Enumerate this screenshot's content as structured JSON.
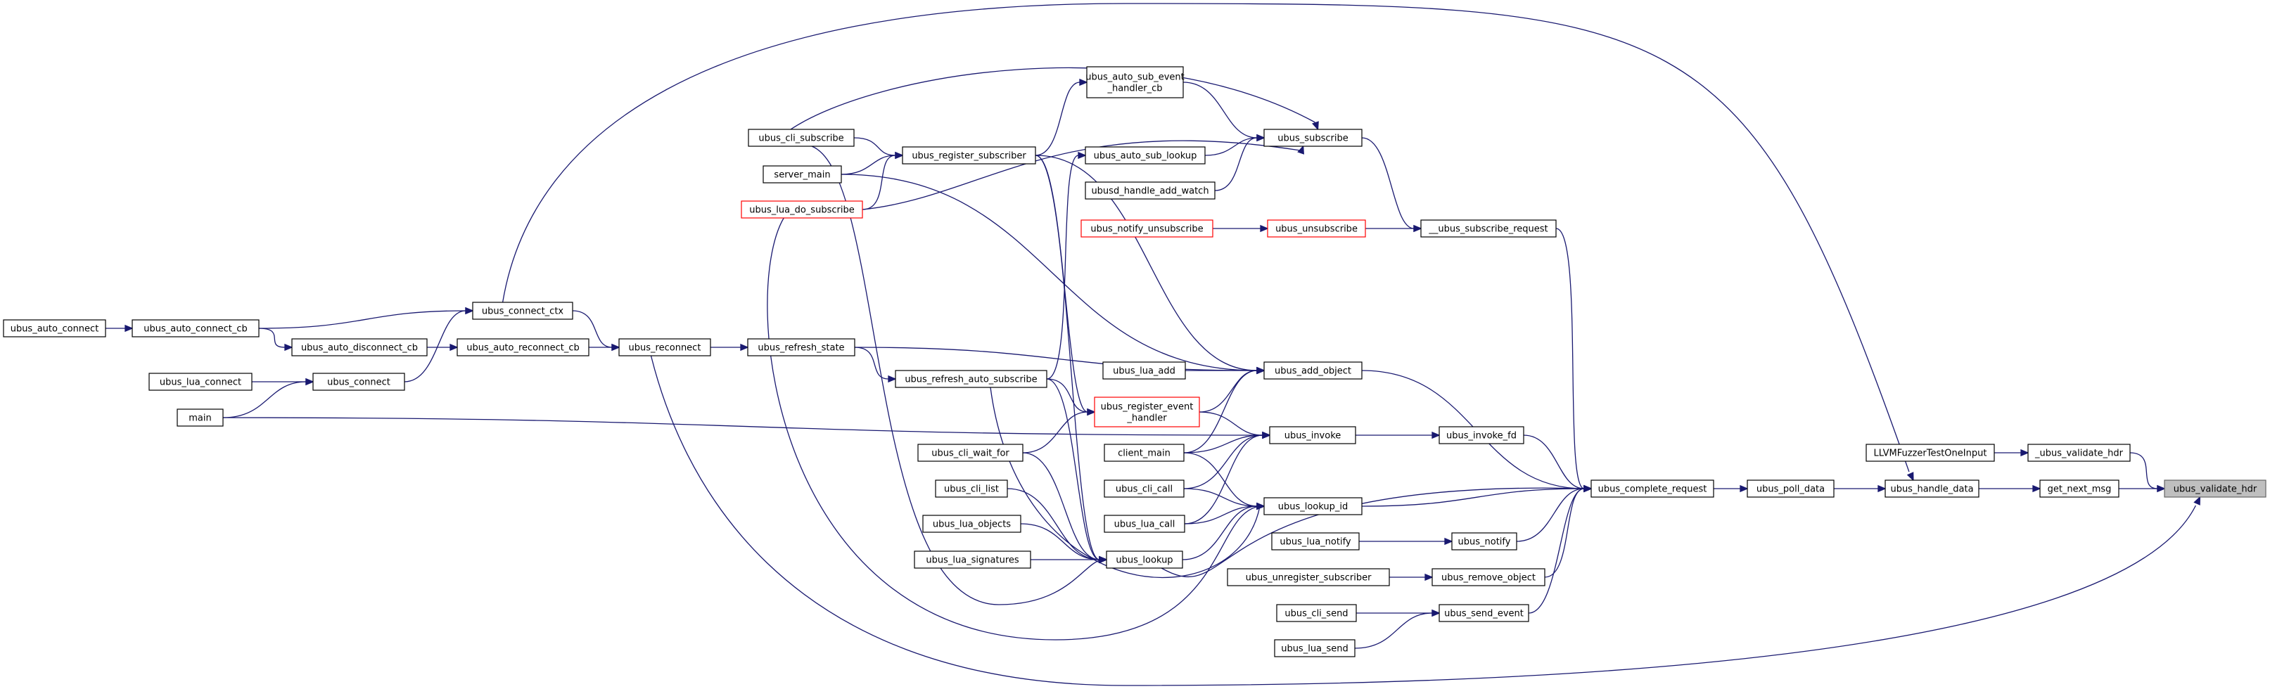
{
  "graph": {
    "focus_node": "ubus_validate_hdr",
    "colors": {
      "edge": "#191970",
      "node_border": "#000000",
      "truncated_border": "#ff0000",
      "focus_fill": "#bfbfbf",
      "node_fill": "#ffffff"
    },
    "nodes": [
      {
        "id": "ubus_validate_hdr",
        "label": "ubus_validate_hdr",
        "style": "focus"
      },
      {
        "id": "_ubus_validate_hdr",
        "label": "_ubus_validate_hdr",
        "style": "normal"
      },
      {
        "id": "get_next_msg",
        "label": "get_next_msg",
        "style": "normal"
      },
      {
        "id": "LLVMFuzzerTestOneInput",
        "label": "LLVMFuzzerTestOneInput",
        "style": "normal"
      },
      {
        "id": "ubus_handle_data",
        "label": "ubus_handle_data",
        "style": "normal"
      },
      {
        "id": "ubus_poll_data",
        "label": "ubus_poll_data",
        "style": "normal"
      },
      {
        "id": "ubus_complete_request",
        "label": "ubus_complete_request",
        "style": "normal"
      },
      {
        "id": "__ubus_subscribe_request",
        "label": "__ubus_subscribe_request",
        "style": "normal"
      },
      {
        "id": "ubus_add_object",
        "label": "ubus_add_object",
        "style": "normal"
      },
      {
        "id": "ubus_invoke_fd",
        "label": "ubus_invoke_fd",
        "style": "normal"
      },
      {
        "id": "ubus_lookup_id",
        "label": "ubus_lookup_id",
        "style": "normal"
      },
      {
        "id": "ubus_notify",
        "label": "ubus_notify",
        "style": "normal"
      },
      {
        "id": "ubus_remove_object",
        "label": "ubus_remove_object",
        "style": "normal"
      },
      {
        "id": "ubus_send_event",
        "label": "ubus_send_event",
        "style": "normal"
      },
      {
        "id": "ubus_subscribe",
        "label": "ubus_subscribe",
        "style": "normal"
      },
      {
        "id": "ubus_unsubscribe",
        "label": "ubus_unsubscribe",
        "style": "truncated"
      },
      {
        "id": "ubus_invoke",
        "label": "ubus_invoke",
        "style": "normal"
      },
      {
        "id": "ubus_lua_notify",
        "label": "ubus_lua_notify",
        "style": "normal"
      },
      {
        "id": "ubus_unregister_subscriber",
        "label": "ubus_unregister_subscriber",
        "style": "normal"
      },
      {
        "id": "ubus_cli_send",
        "label": "ubus_cli_send",
        "style": "normal"
      },
      {
        "id": "ubus_lua_send",
        "label": "ubus_lua_send",
        "style": "normal"
      },
      {
        "id": "ubus_auto_sub_event_handler_cb",
        "label": [
          "ubus_auto_sub_event",
          "_handler_cb"
        ],
        "style": "normal"
      },
      {
        "id": "ubus_auto_sub_lookup",
        "label": "ubus_auto_sub_lookup",
        "style": "normal"
      },
      {
        "id": "ubusd_handle_add_watch",
        "label": "ubusd_handle_add_watch",
        "style": "normal"
      },
      {
        "id": "ubus_notify_unsubscribe",
        "label": "ubus_notify_unsubscribe",
        "style": "truncated"
      },
      {
        "id": "ubus_lua_add",
        "label": "ubus_lua_add",
        "style": "normal"
      },
      {
        "id": "ubus_register_event_handler",
        "label": [
          "ubus_register_event",
          "_handler"
        ],
        "style": "truncated"
      },
      {
        "id": "client_main",
        "label": "client_main",
        "style": "normal"
      },
      {
        "id": "ubus_cli_call",
        "label": "ubus_cli_call",
        "style": "normal"
      },
      {
        "id": "ubus_lua_call",
        "label": "ubus_lua_call",
        "style": "normal"
      },
      {
        "id": "ubus_lookup",
        "label": "ubus_lookup",
        "style": "normal"
      },
      {
        "id": "ubus_register_subscriber",
        "label": "ubus_register_subscriber",
        "style": "normal"
      },
      {
        "id": "ubus_refresh_auto_subscribe",
        "label": "ubus_refresh_auto_subscribe",
        "style": "normal"
      },
      {
        "id": "ubus_refresh_state",
        "label": "ubus_refresh_state",
        "style": "normal"
      },
      {
        "id": "ubus_cli_wait_for",
        "label": "ubus_cli_wait_for",
        "style": "normal"
      },
      {
        "id": "ubus_cli_list",
        "label": "ubus_cli_list",
        "style": "normal"
      },
      {
        "id": "ubus_lua_objects",
        "label": "ubus_lua_objects",
        "style": "normal"
      },
      {
        "id": "ubus_lua_signatures",
        "label": "ubus_lua_signatures",
        "style": "normal"
      },
      {
        "id": "ubus_cli_subscribe",
        "label": "ubus_cli_subscribe",
        "style": "normal"
      },
      {
        "id": "server_main",
        "label": "server_main",
        "style": "normal"
      },
      {
        "id": "ubus_lua_do_subscribe",
        "label": "ubus_lua_do_subscribe",
        "style": "truncated"
      },
      {
        "id": "ubus_reconnect",
        "label": "ubus_reconnect",
        "style": "normal"
      },
      {
        "id": "ubus_connect_ctx",
        "label": "ubus_connect_ctx",
        "style": "normal"
      },
      {
        "id": "ubus_auto_reconnect_cb",
        "label": "ubus_auto_reconnect_cb",
        "style": "normal"
      },
      {
        "id": "ubus_auto_connect_cb",
        "label": "ubus_auto_connect_cb",
        "style": "normal"
      },
      {
        "id": "ubus_auto_disconnect_cb",
        "label": "ubus_auto_disconnect_cb",
        "style": "normal"
      },
      {
        "id": "ubus_connect",
        "label": "ubus_connect",
        "style": "normal"
      },
      {
        "id": "ubus_auto_connect",
        "label": "ubus_auto_connect",
        "style": "normal"
      },
      {
        "id": "ubus_lua_connect",
        "label": "ubus_lua_connect",
        "style": "normal"
      },
      {
        "id": "main",
        "label": "main",
        "style": "normal"
      }
    ]
  }
}
